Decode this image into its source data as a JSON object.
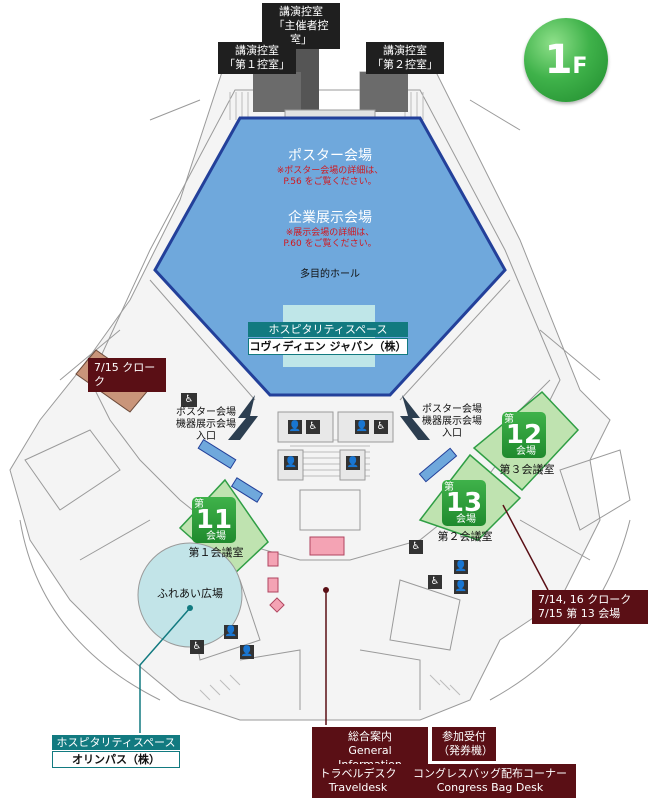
{
  "floor": {
    "number": "1",
    "suffix": "F"
  },
  "top_rooms": {
    "organizer": [
      "講演控室",
      "「主催者控室」"
    ],
    "room1": [
      "講演控室",
      "「第１控室」"
    ],
    "room2": [
      "講演控室",
      "「第２控室」"
    ]
  },
  "main_hall": {
    "poster_title": "ポスター会場",
    "poster_note": [
      "※ポスター会場の詳細は、",
      "P.56 をご覧ください。"
    ],
    "exhibit_title": "企業展示会場",
    "exhibit_note": [
      "※展示会場の詳細は、",
      "P.60 をご覧ください。"
    ],
    "hall_name": "多目的ホール",
    "hospitality_header": "ホスピタリティスペース",
    "hospitality_sponsor": "コヴィディエン ジャパン（株）"
  },
  "cloak_715": "7/15 クローク",
  "entrance_left": [
    "ポスター会場",
    "機器展示会場",
    "入口"
  ],
  "entrance_right": [
    "ポスター会場",
    "機器展示会場",
    "入口"
  ],
  "rooms": {
    "r11": {
      "prefix": "第",
      "number": "11",
      "suffix": "会場",
      "caption": "第１会議室"
    },
    "r12": {
      "prefix": "第",
      "number": "12",
      "suffix": "会場",
      "caption": "第３会議室"
    },
    "r13": {
      "prefix": "第",
      "number": "13",
      "suffix": "会場",
      "caption": "第２会議室"
    }
  },
  "plaza": "ふれあい広場",
  "cloak_right": [
    "7/14, 16 クローク",
    "7/15 第 13 会場"
  ],
  "hospitality_bottom": {
    "header": "ホスピタリティスペース",
    "sponsor": "オリンパス（株）"
  },
  "info_boxes": {
    "general": [
      "総合案内",
      "General Information"
    ],
    "registration": [
      "参加受付",
      "（発券機）"
    ],
    "travel": [
      "トラベルデスク",
      "Traveldesk"
    ],
    "bag": [
      "コングレスバッグ配布コーナー",
      "Congress Bag Desk"
    ]
  },
  "colors": {
    "hall_blue": "#6fa8dc",
    "hall_border": "#23409a",
    "room_green": "#bfe3b0",
    "room_badge": "#2f9e44",
    "teal": "#127a80",
    "maroon": "#5a0f15",
    "cloak_brown": "#c9957a"
  },
  "icons": [
    "restroom-icon",
    "wheelchair-icon",
    "entrance-arrow-icon",
    "pin-icon"
  ]
}
